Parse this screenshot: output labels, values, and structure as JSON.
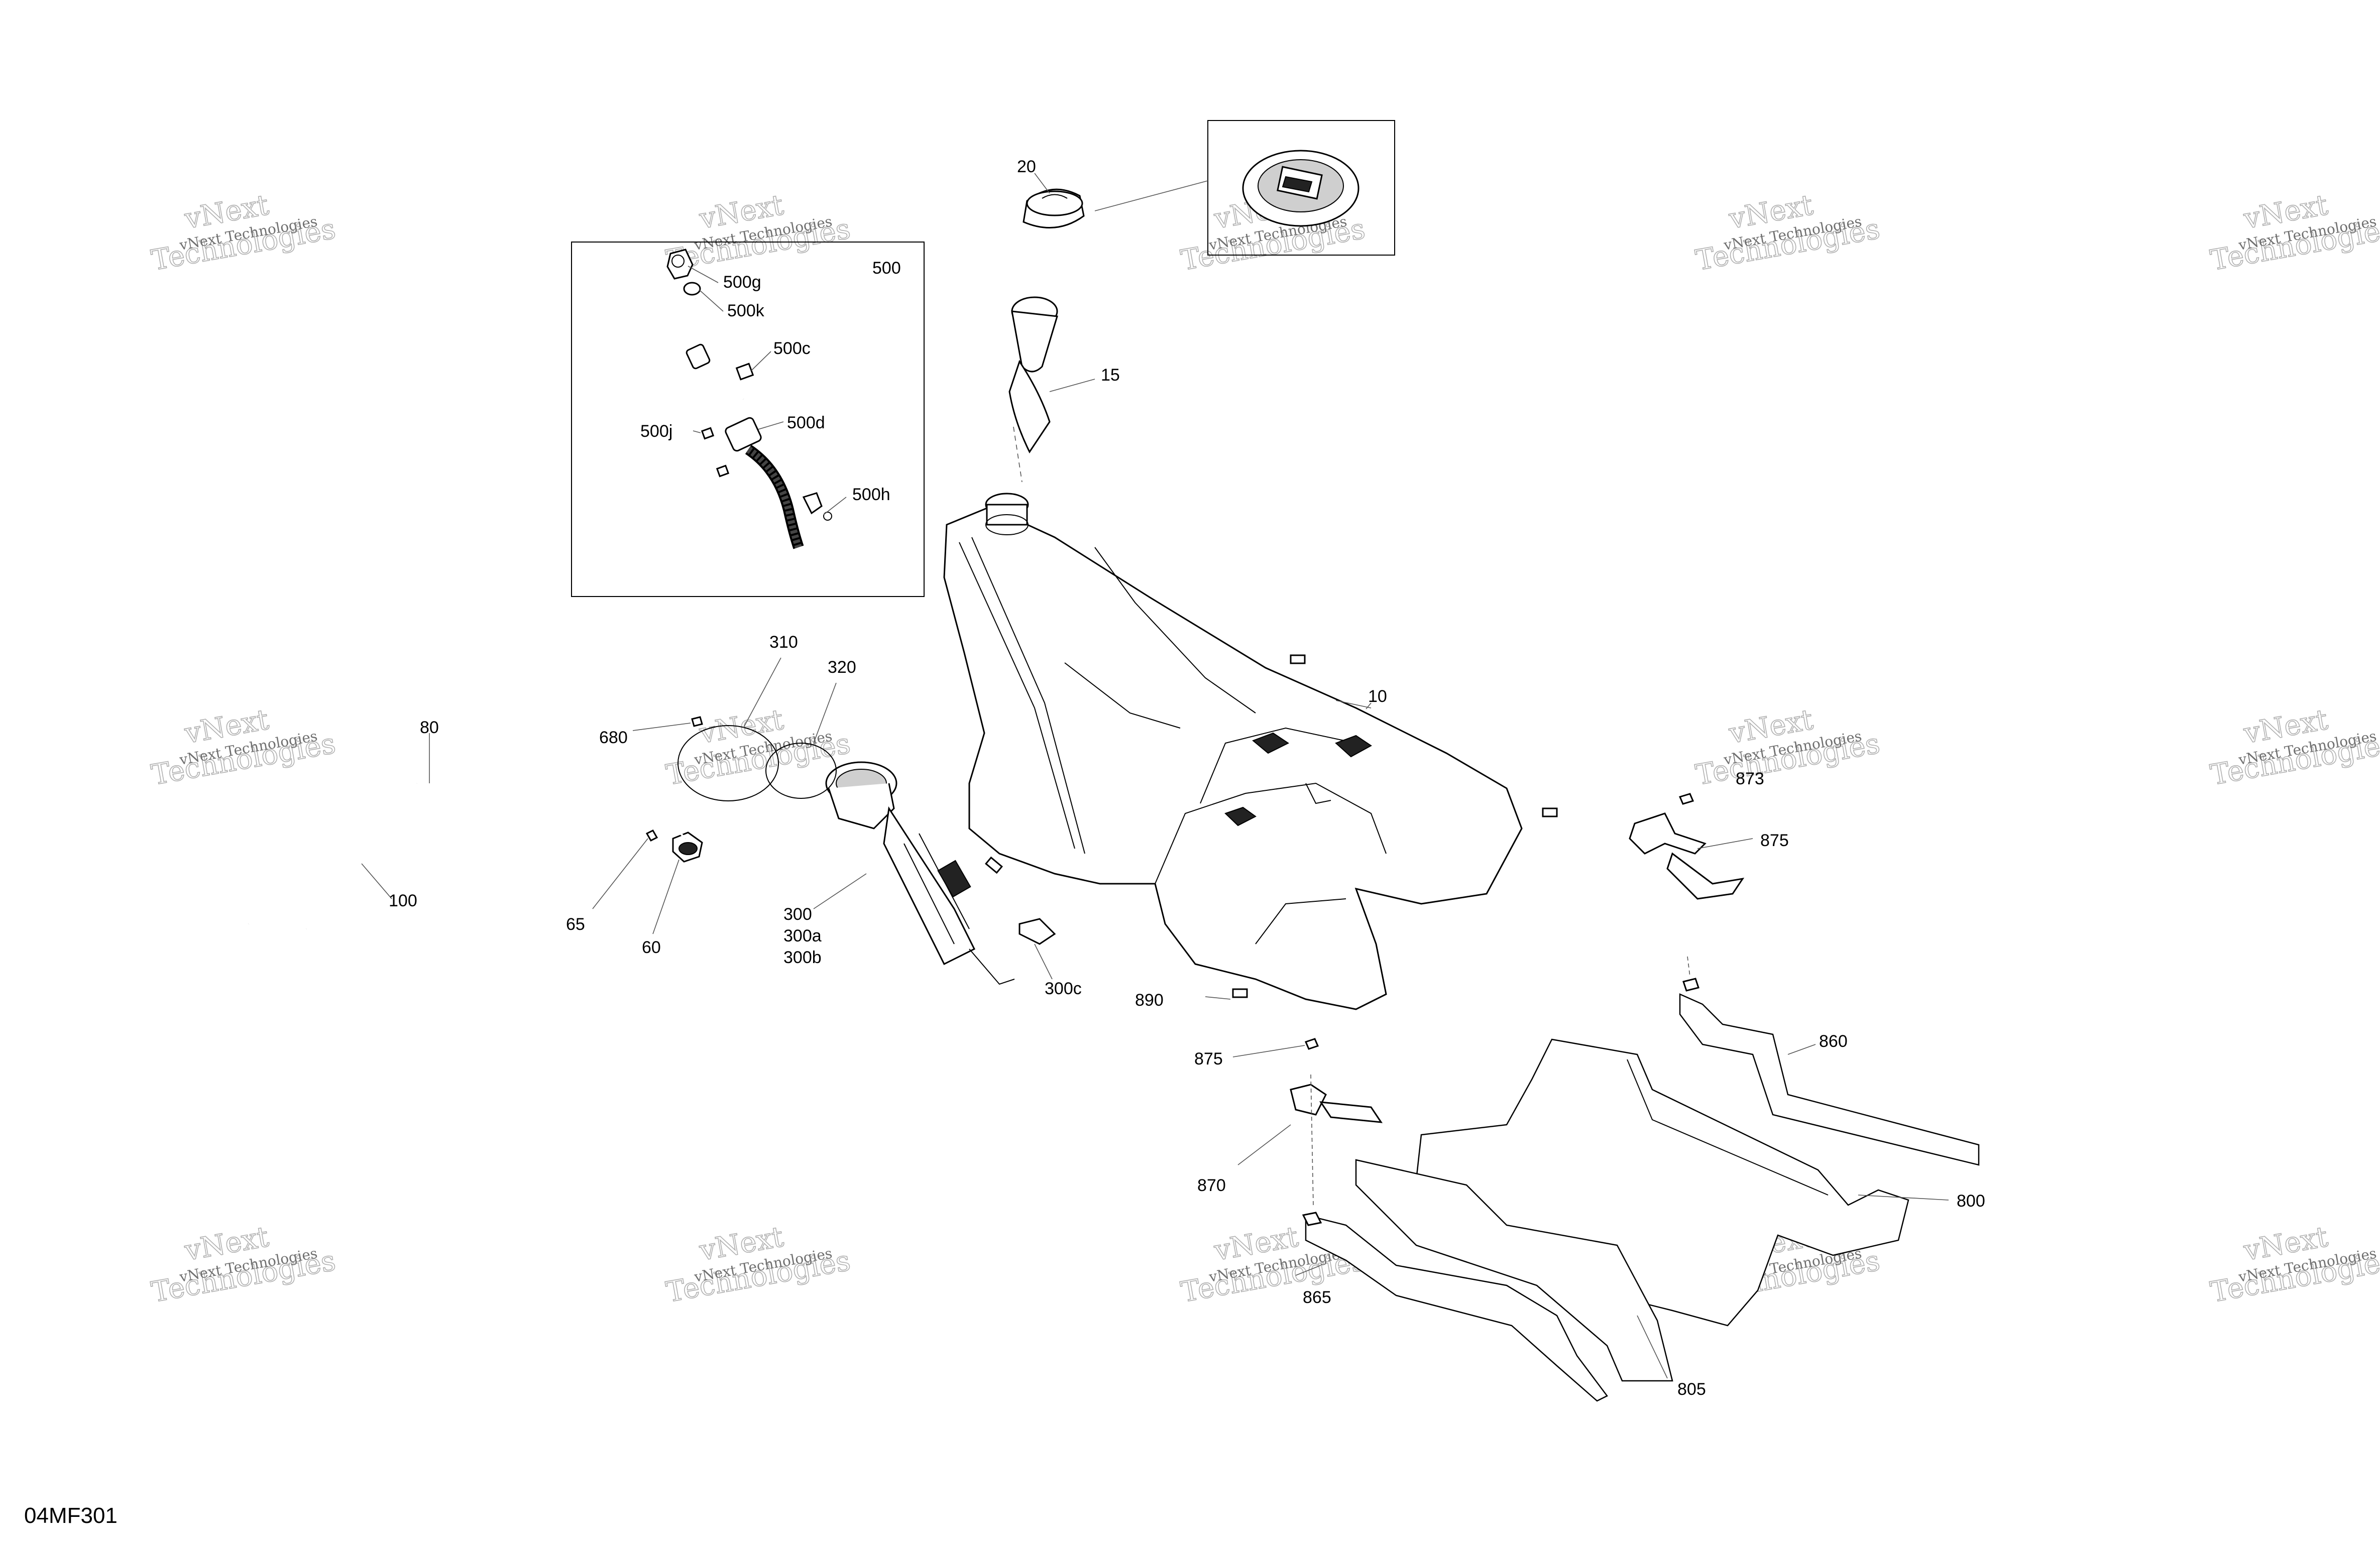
{
  "diagram_code": "04MF301",
  "watermark": {
    "line_small": "vNext Technologies",
    "line_big_1": "vNext",
    "line_big_2": "Technologies"
  },
  "callouts": {
    "c20": "20",
    "c15": "15",
    "c500": "500",
    "c500g": "500g",
    "c500k": "500k",
    "c500c": "500c",
    "c500d": "500d",
    "c500j": "500j",
    "c500h": "500h",
    "c310": "310",
    "c320": "320",
    "c10": "10",
    "c80": "80",
    "c100": "100",
    "c680": "680",
    "c65": "65",
    "c60": "60",
    "c300": "300",
    "c300a": "300a",
    "c300b": "300b",
    "c300c": "300c",
    "c890": "890",
    "c873": "873",
    "c875a": "875",
    "c875b": "875",
    "c860": "860",
    "c870": "870",
    "c800": "800",
    "c865": "865",
    "c805": "805"
  }
}
